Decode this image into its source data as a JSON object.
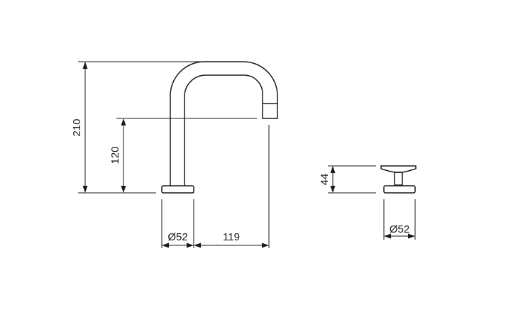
{
  "dimensions": {
    "spout_height": "210",
    "outlet_height": "120",
    "spout_base_diameter": "Ø52",
    "spout_reach": "119",
    "handle_height": "44",
    "handle_base_diameter": "Ø52"
  },
  "colors": {
    "line": "#1a1a1a",
    "background": "#ffffff"
  }
}
